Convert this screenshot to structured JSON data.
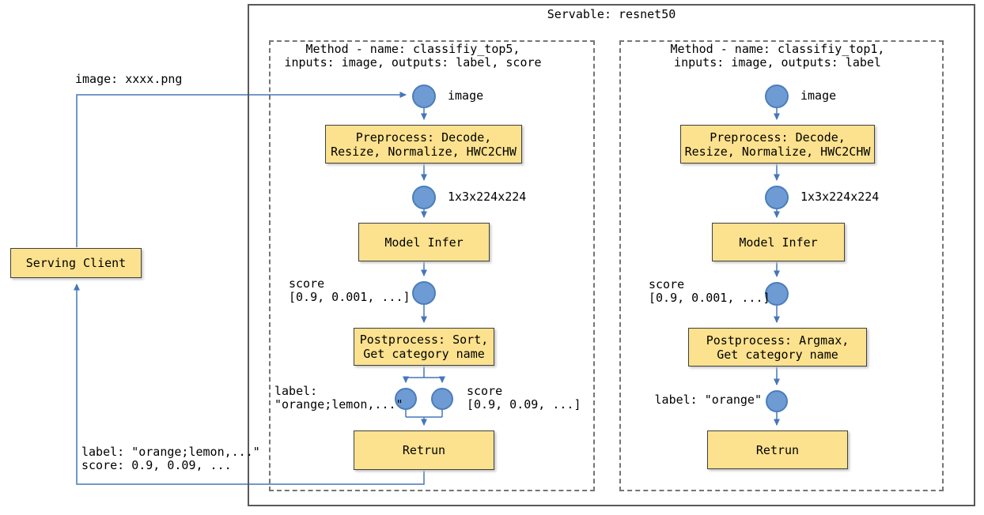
{
  "colors": {
    "line_blue": "#4576b8",
    "node_fill": "#6f9bd4",
    "node_stroke": "#4a7ebb",
    "process_fill": "#fce28e",
    "frame_gray": "#595959"
  },
  "servable": {
    "title": "Servable: resnet50"
  },
  "client": {
    "label": "Serving Client"
  },
  "edges": {
    "request_label": "image: xxxx.png",
    "response_label": "label: \"orange;lemon,...\"\nscore: 0.9, 0.09, ..."
  },
  "methods": [
    {
      "header": "Method - name: classifiy_top5,\ninputs: image, outputs: label, score",
      "input_label": "image",
      "preprocess_label": "Preprocess: Decode,\nResize, Normalize, HWC2CHW",
      "tensor_label": "1x3x224x224",
      "model_label": "Model Infer",
      "score_label": "score\n[0.9, 0.001, ...]",
      "postprocess_label": "Postprocess: Sort,\nGet category name",
      "output_label": "label:\n\"orange;lemon,...\"",
      "output_score": "score\n[0.9, 0.09, ...]",
      "return_label": "Retrun"
    },
    {
      "header": "Method - name: classifiy_top1,\ninputs: image, outputs: label",
      "input_label": "image",
      "preprocess_label": "Preprocess: Decode,\nResize, Normalize, HWC2CHW",
      "tensor_label": "1x3x224x224",
      "model_label": "Model Infer",
      "score_label": "score\n[0.9, 0.001, ...]",
      "postprocess_label": "Postprocess: Argmax,\nGet category name",
      "output_label": "label: \"orange\"",
      "return_label": "Retrun"
    }
  ]
}
